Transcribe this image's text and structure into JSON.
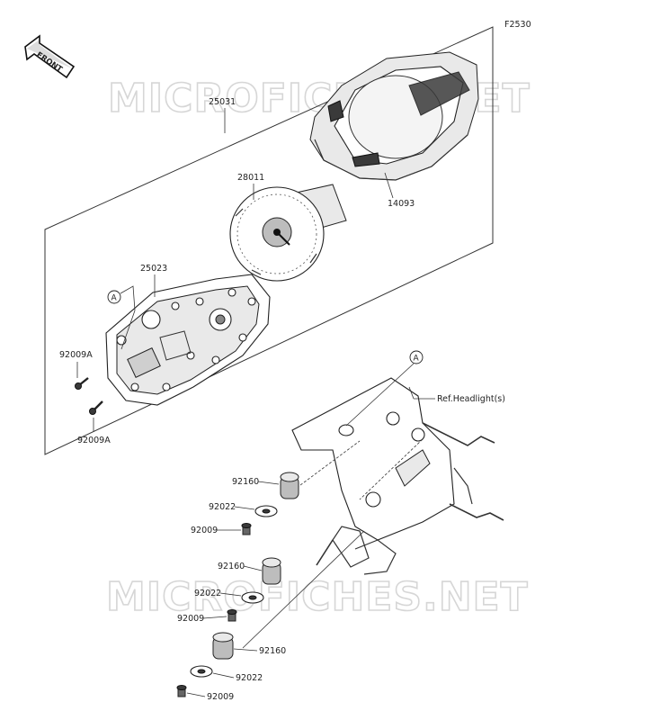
{
  "figure_code": "F2530",
  "front_arrow": "FRONT",
  "watermarks": [
    "MICROFICHES.NET",
    "MICROFICHES.NET"
  ],
  "ref_note": "Ref.Headlight(s)",
  "callout_letter": "A",
  "parts": {
    "assembly": "25031",
    "cover": "14093",
    "lens_dial": "28011",
    "case": "25023",
    "screw_upper": "92009A",
    "screw_lower": "92009A",
    "damper_1": "92160",
    "washer_1": "92022",
    "bolt_1": "92009",
    "damper_2": "92160",
    "washer_2": "92022",
    "bolt_2": "92009",
    "damper_3": "92160",
    "washer_3": "92022",
    "bolt_3": "92009"
  }
}
